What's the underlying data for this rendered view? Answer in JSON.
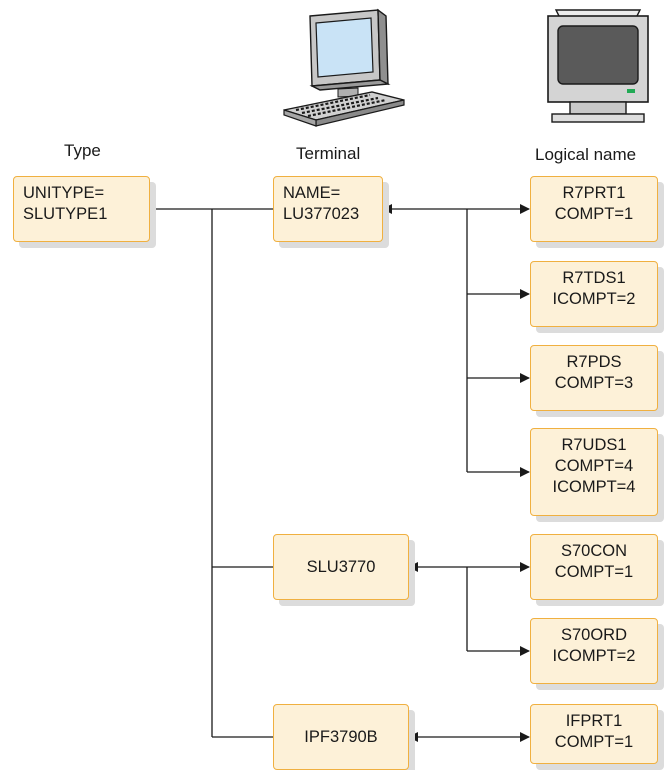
{
  "headers": {
    "type": "Type",
    "terminal": "Terminal",
    "logical": "Logical name"
  },
  "icons": [
    "terminal-computer-icon",
    "logical-monitor-icon"
  ],
  "type_node": {
    "line1": "UNITYPE=",
    "line2": "SLUTYPE1"
  },
  "terminals": [
    {
      "lines": [
        "NAME=",
        "LU377023"
      ],
      "logicals": [
        {
          "lines": [
            "R7PRT1",
            "COMPT=1"
          ]
        },
        {
          "lines": [
            "R7TDS1",
            "ICOMPT=2"
          ]
        },
        {
          "lines": [
            "R7PDS",
            "COMPT=3"
          ]
        },
        {
          "lines": [
            "R7UDS1",
            "COMPT=4",
            "ICOMPT=4"
          ]
        }
      ]
    },
    {
      "lines": [
        "SLU3770"
      ],
      "logicals": [
        {
          "lines": [
            "S70CON",
            "COMPT=1"
          ]
        },
        {
          "lines": [
            "S70ORD",
            "ICOMPT=2"
          ]
        }
      ]
    },
    {
      "lines": [
        "IPF3790B"
      ],
      "logicals": [
        {
          "lines": [
            "IFPRT1",
            "COMPT=1"
          ]
        }
      ]
    }
  ],
  "colors": {
    "box_fill": "#fdf1d8",
    "box_border": "#f0b040",
    "line": "#1a1a1a",
    "shadow": "#dcdcdc"
  }
}
